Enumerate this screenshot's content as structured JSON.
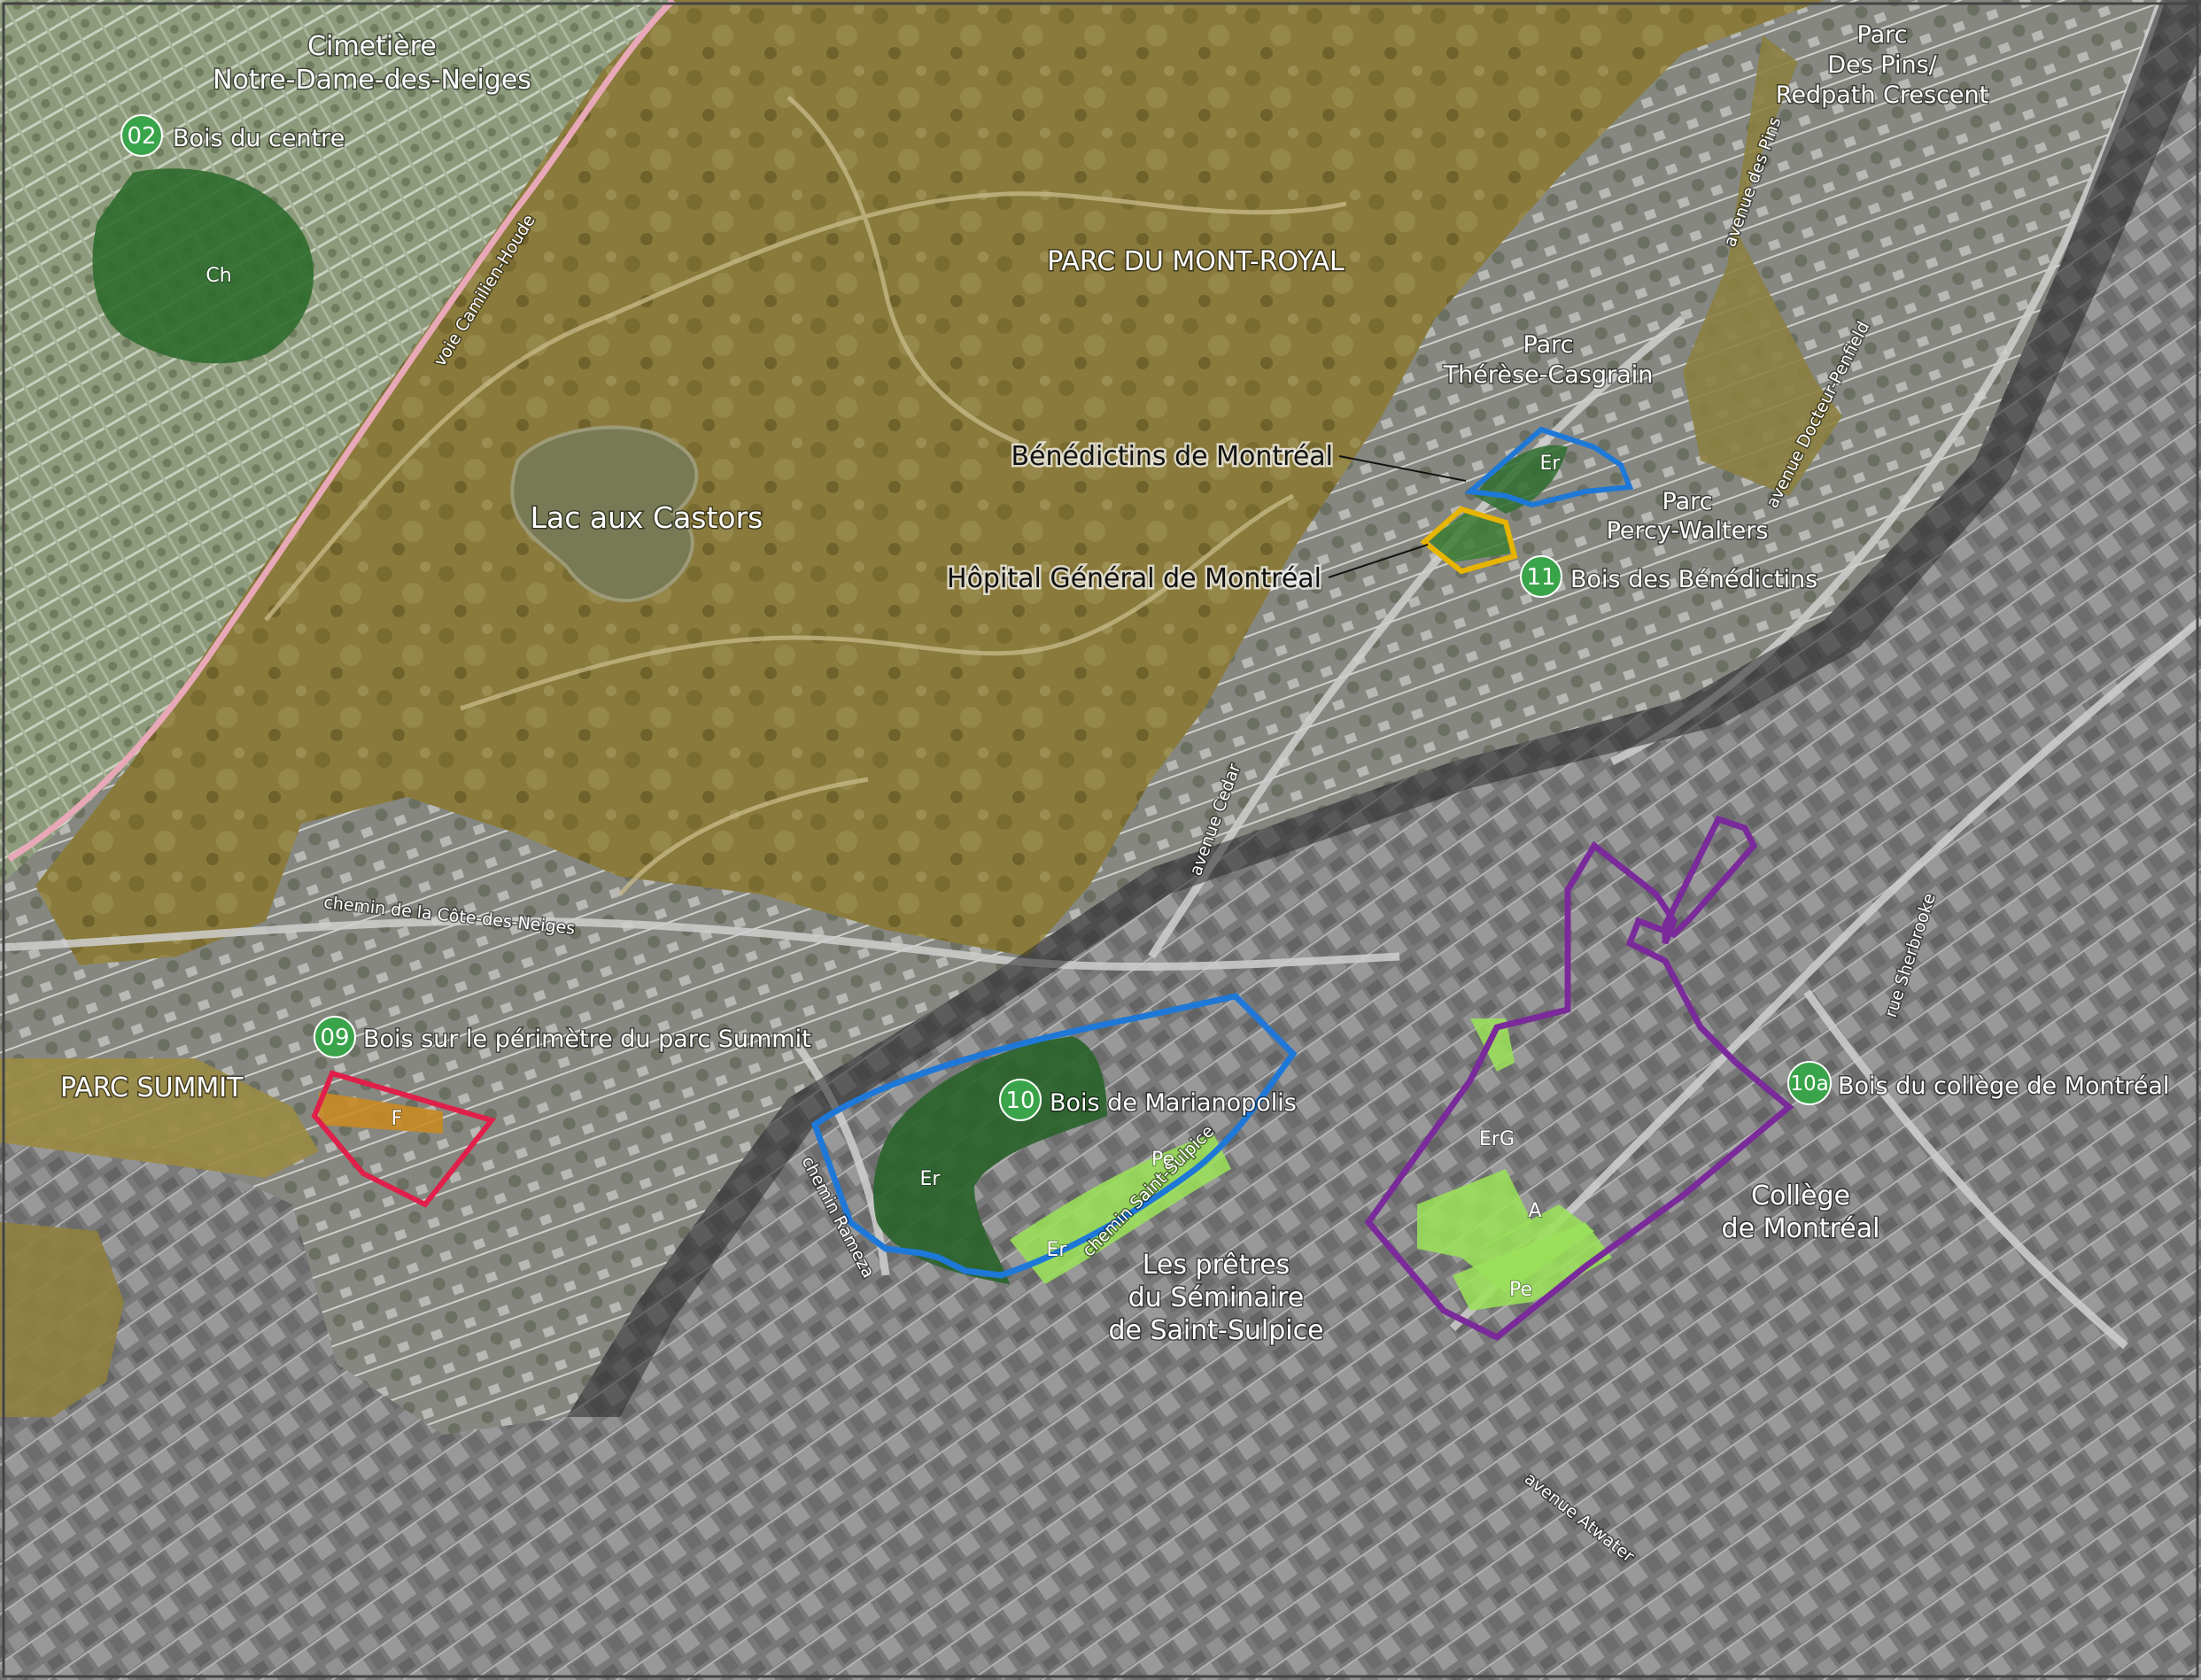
{
  "map": {
    "colors": {
      "park": "#8b7d3e",
      "urban": "#7d7d7d",
      "cemetery": "#8e9a7c",
      "badge": "#3aa44a",
      "woods_dark": "#2e6d2e",
      "woods_light": "#9ae05a",
      "outline_blue": "#1e78d8",
      "outline_yellow": "#e7b400",
      "outline_red": "#e0204a",
      "outline_purple": "#7a2a9a",
      "cemetery_road": "#e8a8b8"
    },
    "places": {
      "cemetery_line1": "Cimetière",
      "cemetery_line2": "Notre-Dame-des-Neiges",
      "parc_mont_royal": "PARC DU MONT-ROYAL",
      "lac_castors": "Lac aux Castors",
      "parc_pins_1": "Parc",
      "parc_pins_2": "Des Pins/",
      "parc_pins_3": "Redpath Crescent",
      "parc_therese_1": "Parc",
      "parc_therese_2": "Thérèse-Casgrain",
      "parc_percy_1": "Parc",
      "parc_percy_2": "Percy-Walters",
      "benedictins": "Bénédictins de Montréal",
      "hopital": "Hôpital Général de Montréal",
      "parc_summit": "PARC SUMMIT",
      "pretres_1": "Les prêtres",
      "pretres_2": "du Séminaire",
      "pretres_3": "de Saint-Sulpice",
      "college_1": "Collège",
      "college_2": "de Montréal"
    },
    "roads": {
      "camillien_houde": "voie Camilien-Houde",
      "avenue_pins": "avenue des Pins",
      "docteur_penfield": "avenue Docteur-Penfield",
      "cedar": "avenue Cedar",
      "cote_des_neiges": "chemin de la Côte-des-Neiges",
      "chemin_remembrance": "chemin Rameza",
      "saint_sulpice": "chemin Saint-Sulpice",
      "sherbrooke": "rue Sherbrooke",
      "atwater": "avenue Atwater"
    },
    "sites": [
      {
        "number": "02",
        "name": "Bois du centre"
      },
      {
        "number": "11",
        "name": "Bois des Bénédictins"
      },
      {
        "number": "09",
        "name": "Bois sur le périmètre du parc Summit"
      },
      {
        "number": "10",
        "name": "Bois de Marianopolis"
      },
      {
        "number": "10a",
        "name": "Bois du collège de Montréal"
      }
    ],
    "codes": {
      "ch": "Ch",
      "er_ben": "Er",
      "f": "F",
      "er_mar": "Er",
      "pe_mar": "Pe",
      "er_mar2": "Er",
      "erg": "ErG",
      "a": "A",
      "pe_col": "Pe"
    }
  }
}
